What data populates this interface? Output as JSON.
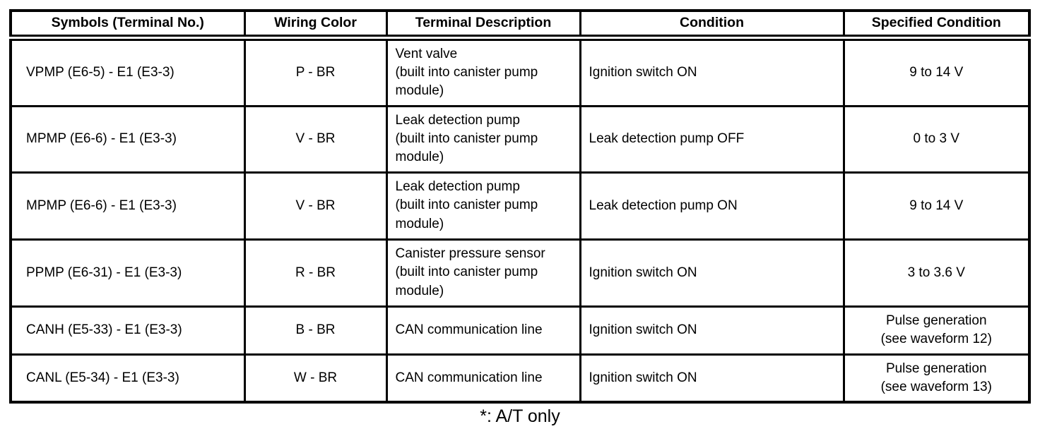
{
  "table": {
    "headers": {
      "symbols": "Symbols (Terminal No.)",
      "wiring_color": "Wiring Color",
      "terminal_description": "Terminal Description",
      "condition": "Condition",
      "specified_condition": "Specified Condition"
    },
    "rows": [
      {
        "symbols": "VPMP (E6-5) - E1 (E3-3)",
        "wiring_color": "P - BR",
        "terminal_description": "Vent valve\n(built into canister pump module)",
        "condition": "Ignition switch ON",
        "specified_condition": "9 to 14 V"
      },
      {
        "symbols": "MPMP (E6-6) - E1 (E3-3)",
        "wiring_color": "V - BR",
        "terminal_description": "Leak detection pump\n(built into canister pump module)",
        "condition": "Leak detection pump OFF",
        "specified_condition": "0 to 3 V"
      },
      {
        "symbols": "MPMP (E6-6) - E1 (E3-3)",
        "wiring_color": "V - BR",
        "terminal_description": "Leak detection pump\n(built into canister pump module)",
        "condition": "Leak detection pump ON",
        "specified_condition": "9 to 14 V"
      },
      {
        "symbols": "PPMP (E6-31) - E1 (E3-3)",
        "wiring_color": "R - BR",
        "terminal_description": "Canister pressure sensor\n(built into canister pump module)",
        "condition": "Ignition switch ON",
        "specified_condition": "3 to 3.6 V"
      },
      {
        "symbols": "CANH (E5-33) - E1 (E3-3)",
        "wiring_color": "B - BR",
        "terminal_description": "CAN communication line",
        "condition": "Ignition switch ON",
        "specified_condition": "Pulse generation\n(see waveform 12)"
      },
      {
        "symbols": "CANL (E5-34) - E1 (E3-3)",
        "wiring_color": "W - BR",
        "terminal_description": "CAN communication line",
        "condition": "Ignition switch ON",
        "specified_condition": "Pulse generation\n(see waveform 13)"
      }
    ]
  },
  "footnote": "*: A/T only",
  "colors": {
    "text": "#000000",
    "border": "#000000",
    "background": "#ffffff"
  }
}
